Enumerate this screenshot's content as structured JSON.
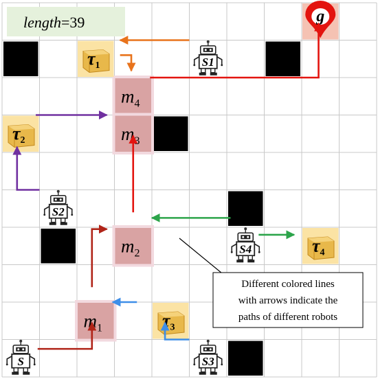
{
  "length_label": {
    "name": "length",
    "eq": "=39"
  },
  "grid": {
    "cols": 10,
    "rows": 10
  },
  "colors": {
    "grid_line": "#c8c8c8",
    "obstacle": "#000000",
    "m_cell": "#d9a3a3",
    "m_cell_glow": "#f2d9df",
    "task_cell": "#fbe3a4",
    "goal_cell": "#f5c2b3",
    "length_box": "#e5f1dc",
    "orange": "#e8731c",
    "purple": "#7030a0",
    "green": "#2ca44a",
    "blue": "#3d8ee8",
    "darkred": "#b02418",
    "red": "#e3140f"
  },
  "obstacles": [
    [
      0,
      1
    ],
    [
      7,
      1
    ],
    [
      4,
      3
    ],
    [
      6,
      5
    ],
    [
      1,
      6
    ],
    [
      6,
      9
    ]
  ],
  "waypoints": [
    {
      "id": "m4",
      "base": "m",
      "sub": "4",
      "cell": [
        3,
        2
      ]
    },
    {
      "id": "m3",
      "base": "m",
      "sub": "3",
      "cell": [
        3,
        3
      ]
    },
    {
      "id": "m2",
      "base": "m",
      "sub": "2",
      "cell": [
        3,
        6
      ]
    },
    {
      "id": "m1",
      "base": "m",
      "sub": "1",
      "cell": [
        2,
        8
      ]
    }
  ],
  "tasks": [
    {
      "id": "tau1",
      "base": "τ",
      "sub": "1",
      "cell": [
        2,
        1
      ]
    },
    {
      "id": "tau2",
      "base": "τ",
      "sub": "2",
      "cell": [
        0,
        3
      ]
    },
    {
      "id": "tau3",
      "base": "τ",
      "sub": "3",
      "cell": [
        4,
        8
      ]
    },
    {
      "id": "tau4",
      "base": "τ",
      "sub": "4",
      "cell": [
        8,
        6
      ]
    }
  ],
  "robots": [
    {
      "id": "S1",
      "label": "S1",
      "cell": [
        5,
        1
      ]
    },
    {
      "id": "S2",
      "label": "S2",
      "cell": [
        1,
        5
      ]
    },
    {
      "id": "S4",
      "label": "S4",
      "cell": [
        6,
        6
      ]
    },
    {
      "id": "S",
      "label": "S",
      "cell": [
        0,
        9
      ]
    },
    {
      "id": "S3",
      "label": "S3",
      "cell": [
        5,
        9
      ]
    }
  ],
  "goal": {
    "label": "g",
    "cell": [
      8,
      0
    ]
  },
  "paths": [
    {
      "robot": "S1",
      "color": "orange",
      "points": [
        [
          5.0,
          1.0
        ],
        [
          3.15,
          1.0
        ]
      ]
    },
    {
      "robot": "S1",
      "color": "orange",
      "points": [
        [
          3.15,
          1.4
        ],
        [
          3.45,
          1.4
        ],
        [
          3.45,
          1.82
        ]
      ]
    },
    {
      "robot": "S2",
      "color": "purple",
      "points": [
        [
          1.0,
          5.0
        ],
        [
          0.4,
          5.0
        ],
        [
          0.4,
          3.85
        ]
      ]
    },
    {
      "robot": "S2",
      "color": "purple",
      "points": [
        [
          0.9,
          3.0
        ],
        [
          2.8,
          3.0
        ]
      ]
    },
    {
      "robot": "S4",
      "color": "green",
      "points": [
        [
          6.1,
          5.75
        ],
        [
          4.0,
          5.75
        ]
      ]
    },
    {
      "robot": "S4",
      "color": "green",
      "points": [
        [
          6.85,
          6.2
        ],
        [
          7.8,
          6.2
        ]
      ]
    },
    {
      "robot": "S3",
      "color": "blue",
      "points": [
        [
          5.0,
          9.0
        ],
        [
          4.35,
          9.0
        ],
        [
          4.35,
          8.55
        ]
      ]
    },
    {
      "robot": "S3",
      "color": "blue",
      "points": [
        [
          3.6,
          8.0
        ],
        [
          2.95,
          8.0
        ]
      ]
    },
    {
      "robot": "S",
      "color": "darkred",
      "points": [
        [
          0.95,
          9.25
        ],
        [
          2.4,
          9.25
        ],
        [
          2.4,
          8.55
        ]
      ]
    },
    {
      "robot": "S",
      "color": "darkred",
      "points": [
        [
          2.4,
          7.6
        ],
        [
          2.4,
          6.05
        ],
        [
          2.8,
          6.05
        ]
      ]
    },
    {
      "robot": "S",
      "color": "red",
      "points": [
        [
          3.5,
          5.6
        ],
        [
          3.5,
          3.55
        ]
      ]
    },
    {
      "robot": "S",
      "color": "red",
      "points": [
        [
          3.95,
          2.0
        ],
        [
          8.45,
          2.0
        ],
        [
          8.45,
          0.55
        ]
      ]
    }
  ],
  "callout": {
    "lines": [
      "Different colored lines",
      "with arrows indicate the",
      "paths of different robots"
    ]
  }
}
